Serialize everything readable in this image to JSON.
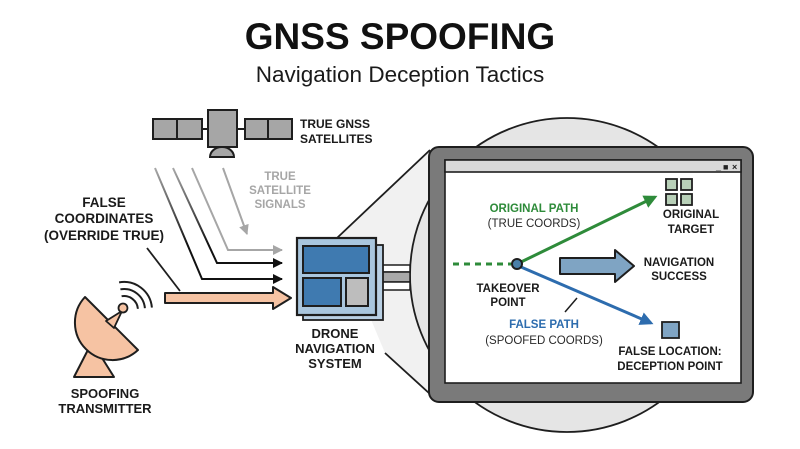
{
  "title": "GNSS SPOOFING",
  "subtitle": "Navigation Deception Tactics",
  "satellites": {
    "label": [
      "TRUE GNSS",
      "SATELLITES"
    ]
  },
  "signals": {
    "label": [
      "TRUE",
      "SATELLITE",
      "SIGNALS"
    ]
  },
  "false_coordinates": {
    "label": [
      "FALSE",
      "COORDINATES",
      "(OVERRIDE TRUE)"
    ]
  },
  "transmitter": {
    "label": [
      "SPOOFING",
      "TRANSMITTER"
    ]
  },
  "drone_system": {
    "label": [
      "DRONE",
      "NAVIGATION",
      "SYSTEM"
    ]
  },
  "monitor": {
    "window_controls": {
      "minimize": "_",
      "maximize": "■",
      "close": "×"
    },
    "original_path": {
      "title": "ORIGINAL PATH",
      "subtitle": "(TRUE COORDS)"
    },
    "original_target": [
      "ORIGINAL",
      "TARGET"
    ],
    "takeover_point": [
      "TAKEOVER",
      "POINT"
    ],
    "navigation_success": [
      "NAVIGATION",
      "SUCCESS"
    ],
    "false_path": {
      "title": "FALSE PATH",
      "subtitle": "(SPOOFED COORDS)"
    },
    "false_location": [
      "FALSE LOCATION:",
      "DECEPTION POINT"
    ]
  },
  "colors": {
    "green": "#2e8b3a",
    "blue": "#2d6cae",
    "peach": "#f6c3a3",
    "signal_gray": "#a6a6a6",
    "nav_blue": "#3f7ab0",
    "frame_blue": "#a9c6de",
    "soft_blue": "#7fa4c3",
    "target_green": "#b8d0b8",
    "monitor_gray": "#7a7a7a",
    "lens_gray": "#e5e5e5"
  }
}
